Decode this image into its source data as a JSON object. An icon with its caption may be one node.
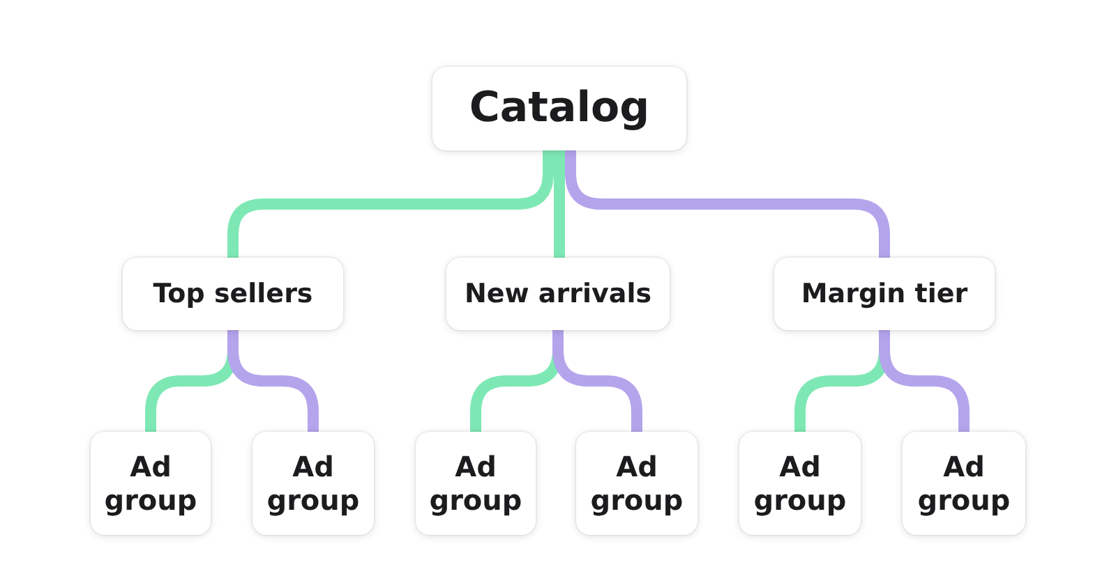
{
  "diagram": {
    "nodes": [
      {
        "text": [
          "Catalog"
        ]
      },
      {
        "text": [
          "Top sellers"
        ]
      },
      {
        "text": [
          "New arrivals"
        ]
      },
      {
        "text": [
          "Margin tier"
        ]
      },
      {
        "text": [
          "Ad group"
        ]
      },
      {
        "text": [
          "Ad group"
        ]
      },
      {
        "text": [
          "Ad group"
        ]
      },
      {
        "text": [
          "Ad group"
        ]
      },
      {
        "text": [
          "Ad group"
        ]
      },
      {
        "text": [
          "Ad group"
        ]
      }
    ],
    "edges": [
      {
        "from": 0,
        "to": 1,
        "arrow": "none",
        "color": "#7ee8b4"
      },
      {
        "from": 0,
        "to": 2,
        "arrow": "none",
        "color": "#7ee8b4"
      },
      {
        "from": 0,
        "to": 3,
        "arrow": "none",
        "color": "#b4a4ec"
      },
      {
        "from": 1,
        "to": 4,
        "arrow": "none",
        "color": "#7ee8b4"
      },
      {
        "from": 1,
        "to": 5,
        "arrow": "none",
        "color": "#b4a4ec"
      },
      {
        "from": 2,
        "to": 6,
        "arrow": "none",
        "color": "#7ee8b4"
      },
      {
        "from": 2,
        "to": 7,
        "arrow": "none",
        "color": "#b4a4ec"
      },
      {
        "from": 3,
        "to": 8,
        "arrow": "none",
        "color": "#7ee8b4"
      },
      {
        "from": 3,
        "to": 9,
        "arrow": "none",
        "color": "#b4a4ec"
      }
    ]
  }
}
